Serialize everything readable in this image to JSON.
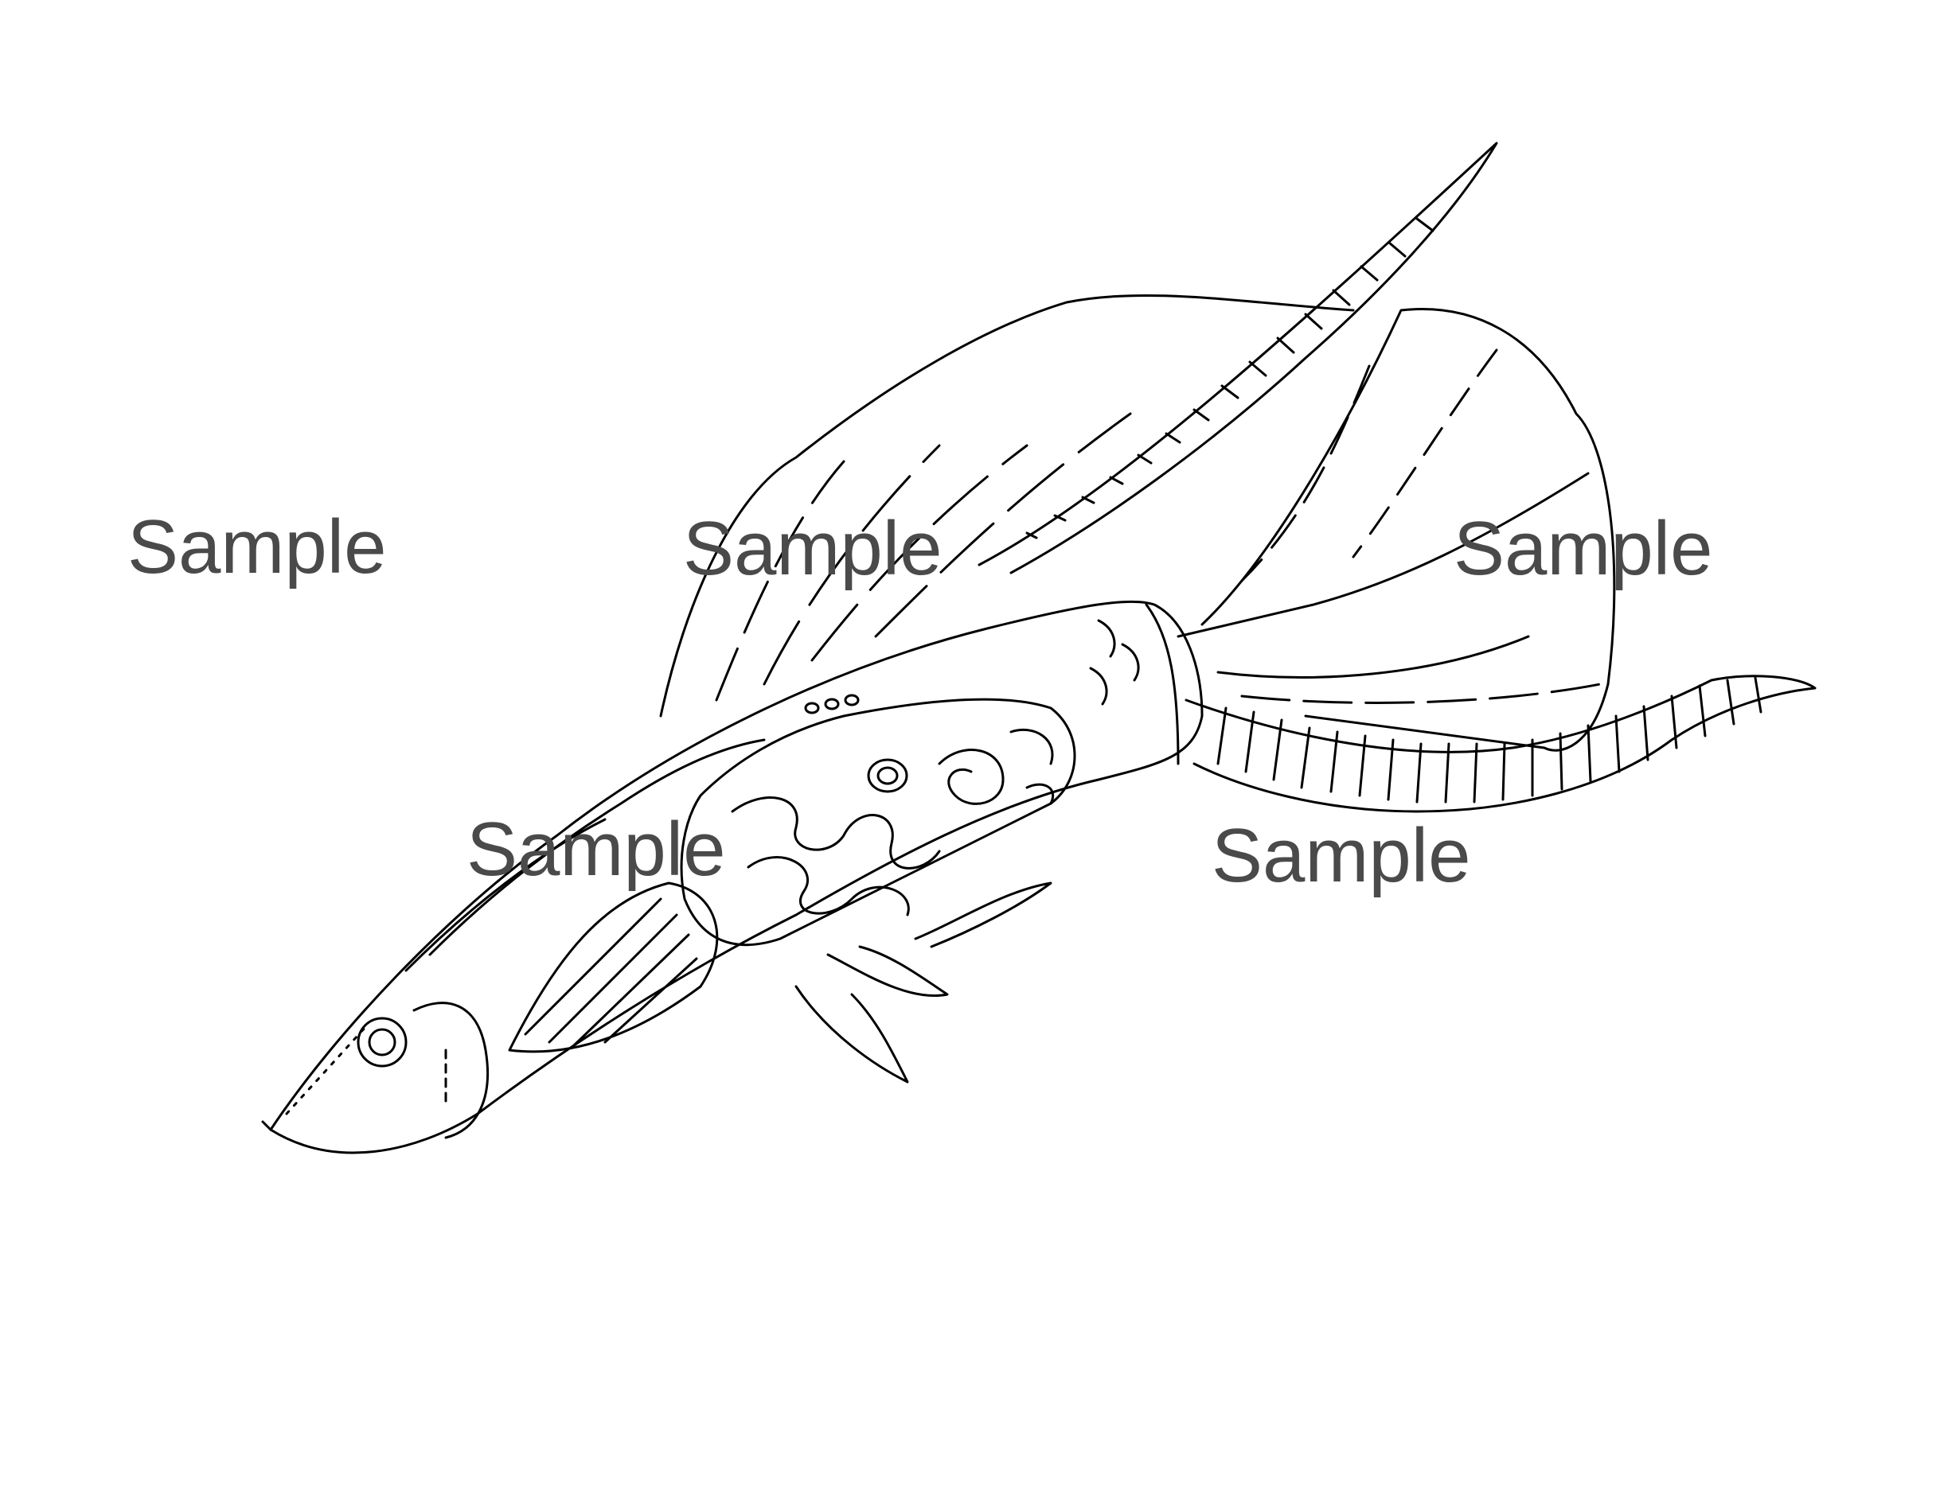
{
  "illustration": {
    "subject_icon": "guppy-fish-line-drawing",
    "line_color": "#000000",
    "background_color": "#ffffff"
  },
  "watermarks": [
    "Sample",
    "Sample",
    "Sample",
    "Sample",
    "Sample"
  ],
  "watermark_color": "#4a4a4a"
}
